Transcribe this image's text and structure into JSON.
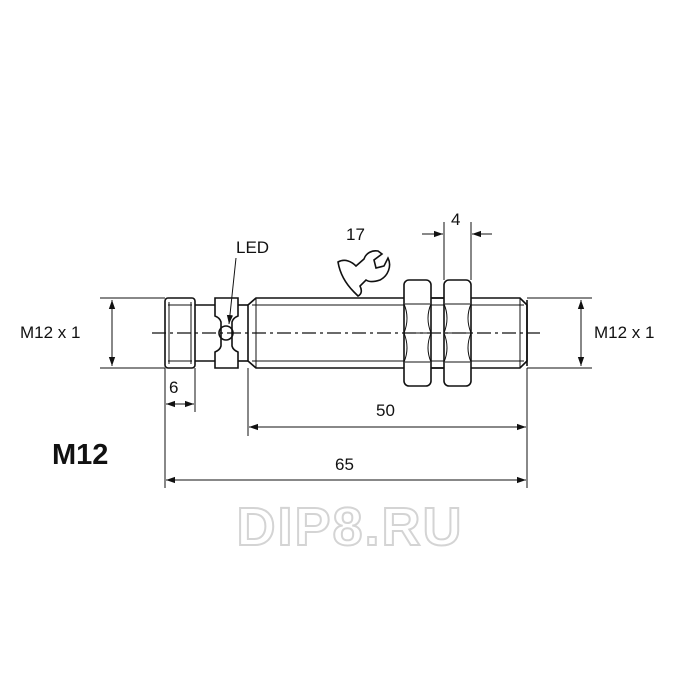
{
  "title": "M12",
  "labels": {
    "thread_left": "M12 x 1",
    "thread_right": "M12 x 1",
    "led": "LED",
    "wrench_size": "17",
    "nut_width": "4",
    "dim_6": "6",
    "dim_50": "50",
    "dim_65": "65"
  },
  "watermark": "DIP8.RU"
}
